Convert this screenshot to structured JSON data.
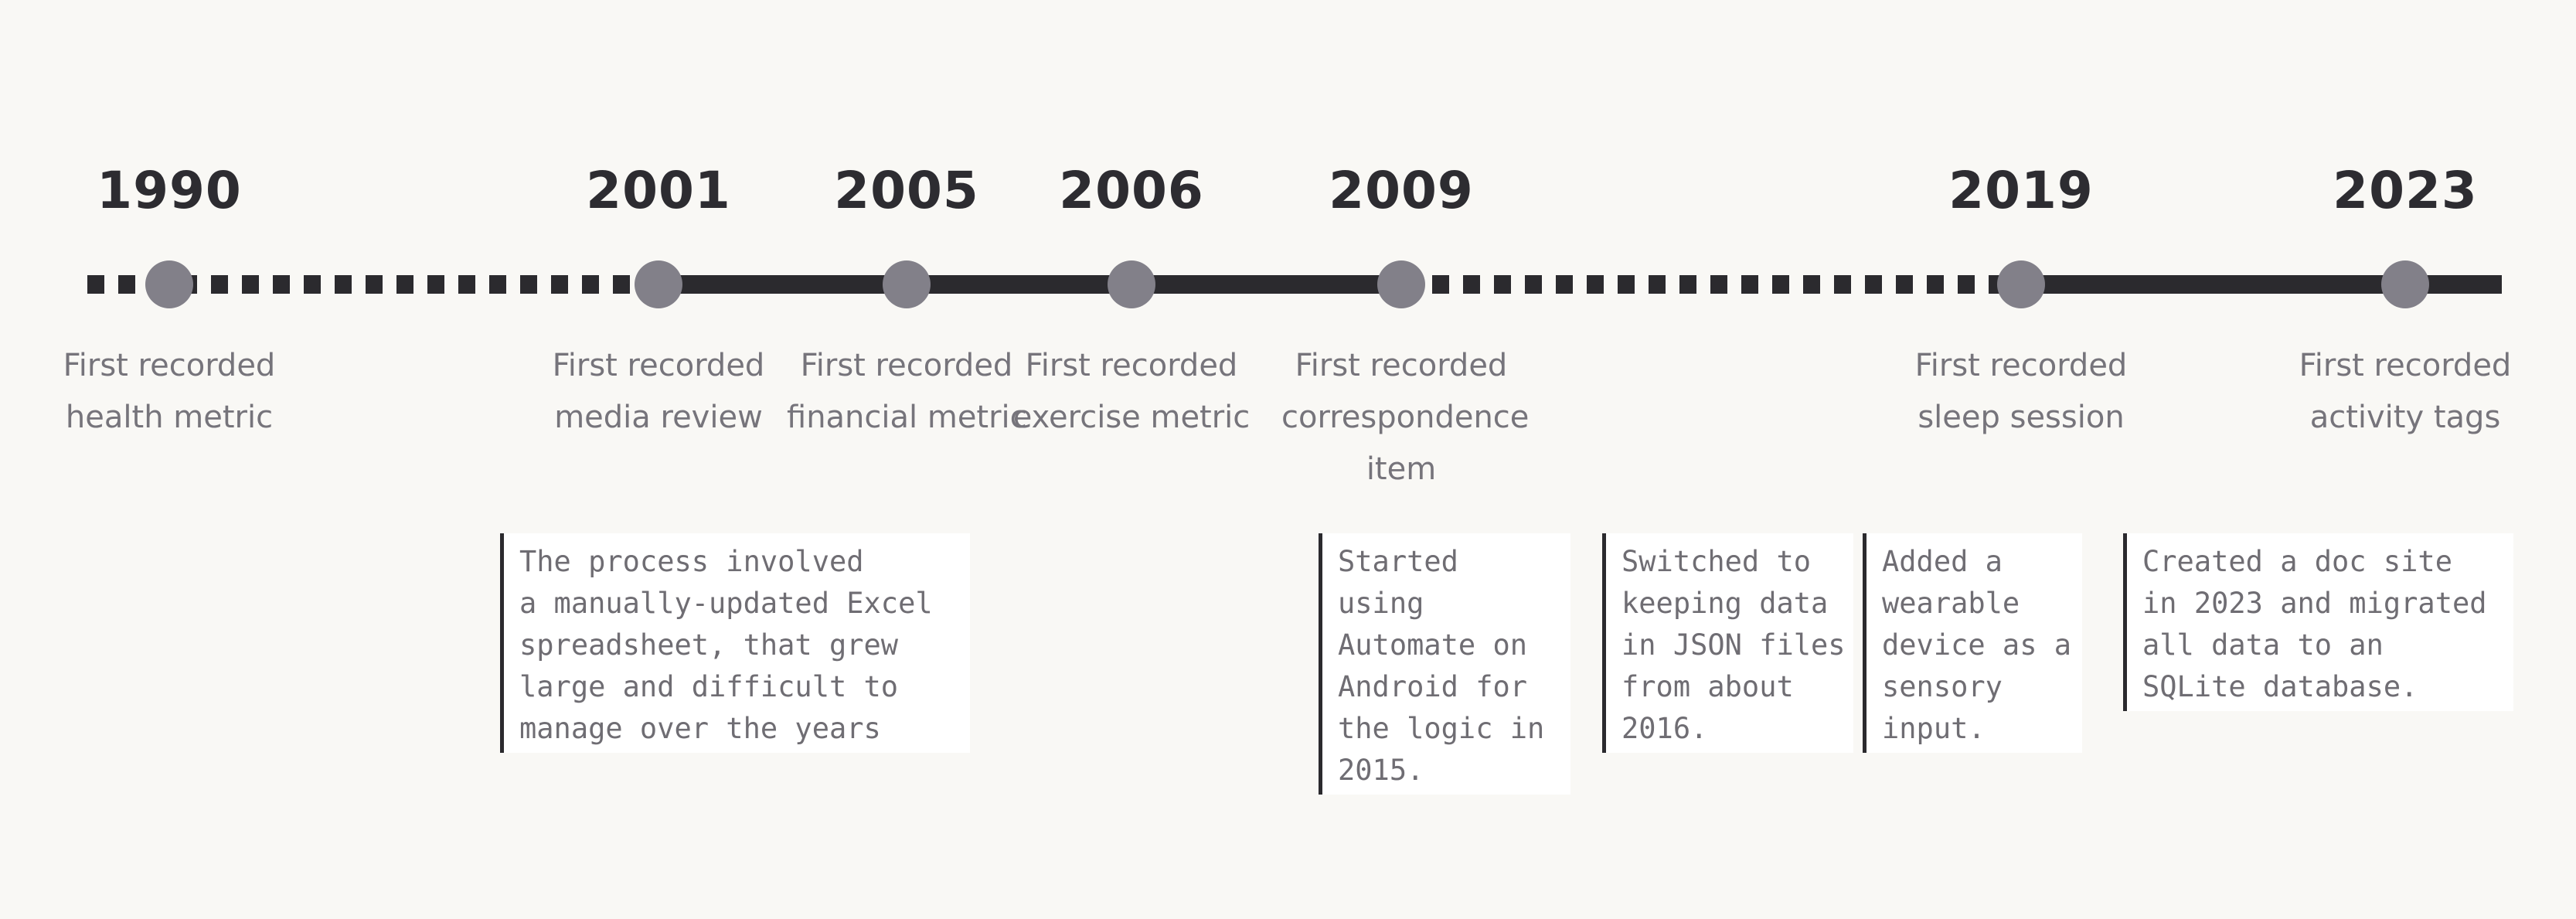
{
  "events": [
    {
      "year": "1990",
      "caption": "First recorded\nhealth metric"
    },
    {
      "year": "2001",
      "caption": "First recorded\nmedia review"
    },
    {
      "year": "2005",
      "caption": "First recorded\nfinancial metric"
    },
    {
      "year": "2006",
      "caption": "First recorded\nexercise metric"
    },
    {
      "year": "2009",
      "caption": "First recorded\ncorrespondence\nitem"
    },
    {
      "year": "2019",
      "caption": "First recorded\nsleep session"
    },
    {
      "year": "2023",
      "caption": "First recorded\nactivity tags"
    }
  ],
  "axis_segments": [
    {
      "from": "1990",
      "to": "2001",
      "style": "dotted"
    },
    {
      "from": "2001",
      "to": "2009",
      "style": "solid"
    },
    {
      "from": "2009",
      "to": "2019",
      "style": "dotted"
    },
    {
      "from": "2019",
      "to": "2023",
      "style": "solid"
    }
  ],
  "notes": [
    {
      "text": "The process involved\na manually-updated Excel\nspreadsheet, that grew\nlarge and difficult to\nmanage over the years"
    },
    {
      "text": "Started\nusing\nAutomate on\nAndroid for\nthe logic in\n2015."
    },
    {
      "text": "Switched to\nkeeping data\nin JSON files\nfrom about\n2016."
    },
    {
      "text": "Added a\nwearable\ndevice as a\nsensory\ninput."
    },
    {
      "text": "Created a doc site\nin 2023 and migrated\nall data to an\nSQLite database."
    }
  ],
  "colors": {
    "background": "#f9f8f5",
    "axis": "#2b2a2e",
    "node": "#828089",
    "year_text": "#2d2c31",
    "caption_text": "#76747b",
    "note_text": "#6f6d73",
    "note_background": "#ffffff"
  }
}
